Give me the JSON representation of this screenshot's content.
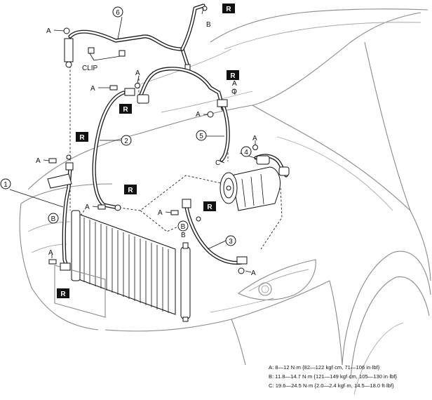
{
  "labels": {
    "a": "A",
    "b": "B",
    "c": "C",
    "clip": "CLIP",
    "replace": "R"
  },
  "callouts": [
    "1",
    "2",
    "3",
    "4",
    "5",
    "6"
  ],
  "legend": [
    "A: 8—12 N·m {82—122 kgf·cm, 71—106 in·lbf}",
    "B: 11.8—14.7 N·m {121—149 kgf·cm, 105—130 in·lbf}",
    "C: 19.6—24.5 N·m {2.0—2.4 kgf·m, 14.5—18.0 ft·lbf}"
  ]
}
